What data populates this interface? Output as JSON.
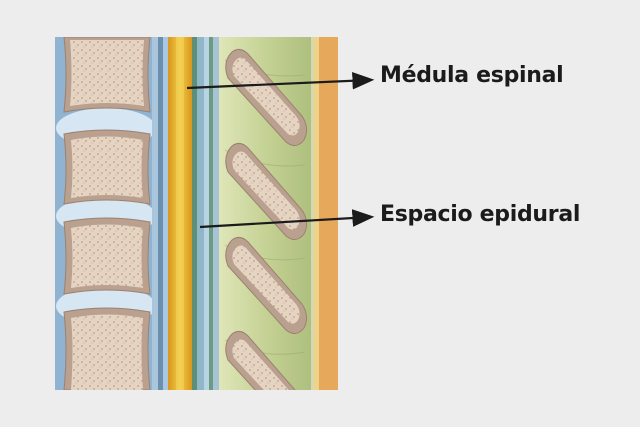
{
  "labels": {
    "spinal_cord": "Médula espinal",
    "epidural_space": "Espacio epidural"
  },
  "colors": {
    "background": "#ededed",
    "outer_blue": "#8fb3d0",
    "disc": "#cfe2f1",
    "bone_outer": "#b9a08f",
    "bone_inner": "#e6d4c3",
    "cord_orange": "#e3a62a",
    "cord_yellow": "#f0c94a",
    "dura_green": "#6f9e86",
    "ligament_green": "#c7d49a",
    "skin_orange": "#e6a85a",
    "arrow": "#1b1b1b"
  },
  "icons": [
    "arrow-pointer"
  ]
}
